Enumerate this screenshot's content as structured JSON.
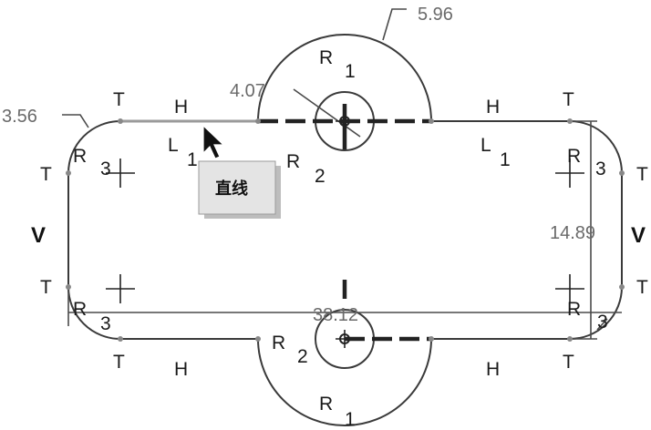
{
  "tooltip": {
    "text": "直线"
  },
  "dimensions": {
    "top_arc_radius": "5.96",
    "left_corner_radius": "3.56",
    "small_circle_radius": "4.07",
    "height": "14.89",
    "width": "38.12",
    "br_corner": "3"
  },
  "constraints": {
    "tangent": "T",
    "horizontal": "H",
    "vertical": "V",
    "radius": "R",
    "length": "L",
    "idx1": "1",
    "idx2": "2",
    "idx3": "3"
  },
  "colors": {
    "line": "#3a3a3a",
    "selected_line": "#9a9a9a",
    "dimension_text": "#6a6a6a",
    "tooltip_bg": "#e4e4e4"
  }
}
